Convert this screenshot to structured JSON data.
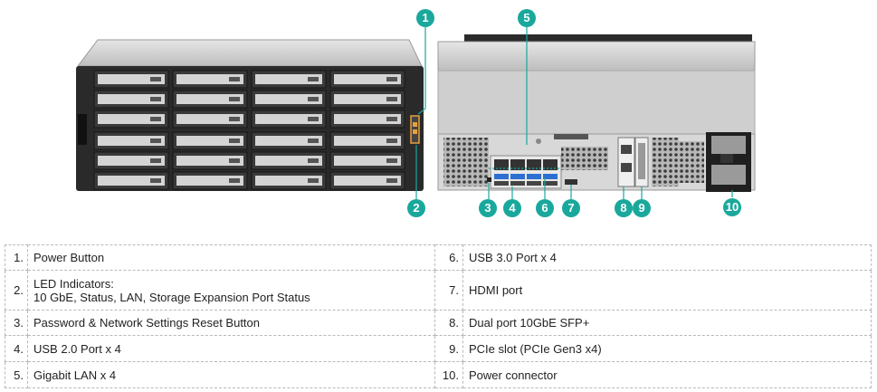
{
  "callouts": [
    "1",
    "2",
    "3",
    "4",
    "5",
    "6",
    "7",
    "8",
    "9",
    "10"
  ],
  "legend": {
    "rows": [
      {
        "left_num": "1.",
        "left_text": [
          "Power Button"
        ],
        "right_num": "6.",
        "right_text": "USB 3.0 Port x 4"
      },
      {
        "left_num": "2.",
        "left_text": [
          "LED Indicators:",
          "10 GbE, Status, LAN, Storage Expansion Port Status"
        ],
        "right_num": "7.",
        "right_text": "HDMI port"
      },
      {
        "left_num": "3.",
        "left_text": [
          "Password & Network Settings Reset Button"
        ],
        "right_num": "8.",
        "right_text": "Dual port 10GbE SFP+"
      },
      {
        "left_num": "4.",
        "left_text": [
          "USB 2.0 Port x 4"
        ],
        "right_num": "9.",
        "right_text": "PCIe slot (PCIe Gen3 x4)"
      },
      {
        "left_num": "5.",
        "left_text": [
          "Gigabit LAN x 4"
        ],
        "right_num": "10.",
        "right_text": "Power connector"
      }
    ]
  },
  "colors": {
    "callout": "#1aa89c",
    "chassis": "#2a2a2a",
    "tray": "#3a3a3a",
    "rear_body": "#c9c9c9"
  }
}
